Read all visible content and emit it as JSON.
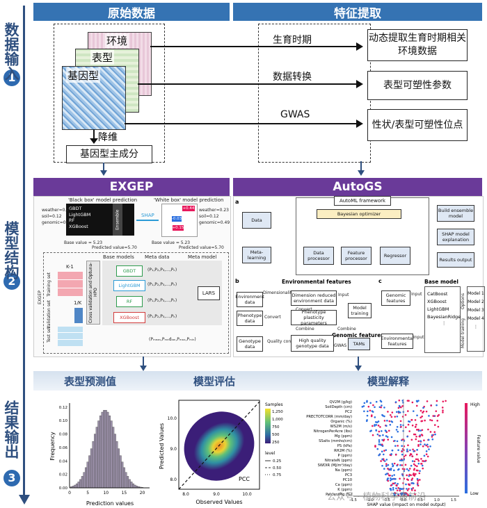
{
  "stages": [
    {
      "num": "1",
      "label": "数据输入"
    },
    {
      "num": "2",
      "label": "模型结构"
    },
    {
      "num": "3",
      "label": "结果输出"
    }
  ],
  "raw_data": {
    "title": "原始数据",
    "env_label": "环境",
    "pheno_label": "表型",
    "geno_label": "基因型",
    "reduce_label": "降维",
    "pc_label": "基因型主成分"
  },
  "feature_extraction": {
    "title": "特征提取",
    "rows": [
      {
        "method": "生育时期",
        "result": "动态提取生育时期相关环境数据"
      },
      {
        "method": "数据转换",
        "result": "表型可塑性参数"
      },
      {
        "method": "GWAS",
        "result": "性状/表型可塑性位点"
      }
    ]
  },
  "exgep": {
    "title": "EXGEP",
    "black_box": "'Black box' model prediction",
    "white_box": "'White box' model prediction",
    "shap": "SHAP",
    "ensemble": "Ensemble",
    "models_top": [
      "GBDT",
      "LightGBM",
      "RF",
      "XGBoost"
    ],
    "features": [
      "weather=0.23",
      "soil=0.12",
      "genomic=0.49"
    ],
    "shap_vals": [
      "+0.44",
      "-0.03",
      "+0.15"
    ],
    "base_value": "Base value = 5.23",
    "predicted_value": "Predicted value=5.70",
    "base_value_b": "Base value = 5.23",
    "predicted_value_b": "Predicted value=5.70",
    "base_models_hdr": "Base models",
    "meta_data_hdr": "Meta data",
    "meta_model_hdr": "Meta model",
    "k1": "K-1",
    "onek": "1/K",
    "training_set": "Training set",
    "validation_set": "Validation set",
    "test_set": "Test set",
    "cv_label": "Cross validation and Optuna-HPO",
    "base_models": [
      "GBDT",
      "LightGBM",
      "RF",
      "XGBoost"
    ],
    "meta_outputs": [
      "(P₁,P₂,P₃,...,Pₖ)",
      "(P₁,P₂,P₃,...,Pₖ)",
      "(P₁,P₂,P₃,...,Pₖ)",
      "(P₁,P₂,P₃,...,Pₖ)"
    ],
    "lars": "LARS",
    "exgep_side": "EXGEP",
    "final_pred": "(Pₘₑₐₙ,Pₘₑdᵢₐₙ,Pₘₐₓ,Pₘᵢₙ)"
  },
  "autogs": {
    "title": "AutoGS",
    "panel_a": "a",
    "automl": "AutoML framework",
    "bayes": "Bayesian optimizer",
    "data": "Data",
    "meta_learning": "Meta-learning",
    "data_processor": "Data processor",
    "feature_processor": "Feature processor",
    "regressor": "Regressor",
    "build_ensemble": "Build ensemble model",
    "shap_expl": "SHAP model explanation",
    "results_output": "Results output",
    "panel_b": "b",
    "env_features": "Environmental features",
    "env_data": "Environment data",
    "dim_red": "Dimensionality reduction",
    "dim_reduced": "Dimension reduced environment data",
    "input1": "Input",
    "model_training": "Model training",
    "convert1": "Convert",
    "pheno_data": "Phenotype data",
    "convert2": "Convert",
    "plasticity": "Phenotype plasticity parameters",
    "combine1": "Combine",
    "combine2": "Combine",
    "geno_data": "Genotype data",
    "quality": "Quality control",
    "hq_geno": "High quality genotype data",
    "gwas": "GWAS",
    "tams": "TAMs",
    "genomic_features_hdr": "Genomic features",
    "panel_c": "c",
    "base_model_hdr": "Base model",
    "genomic_features": "Genomic features",
    "env_features2": "Environmental features",
    "input2": "Input",
    "input3": "Input",
    "c_models": [
      "CatBoost",
      "XGBoost",
      "LightGBM",
      "BayesianRidge"
    ],
    "options": "Options",
    "model_training2": "Model training",
    "model_list": [
      "Model 1",
      "Model 2",
      "Model 3",
      "Model 4"
    ]
  },
  "results": {
    "pheno_pred_title": "表型预测值",
    "eval_title": "模型评估",
    "interp_title": "模型解释",
    "hist": {
      "ylabel": "Frequency",
      "xlabel": "Prediction values",
      "xticks": [
        "0",
        "5",
        "10",
        "15",
        "20"
      ],
      "yticks": [
        "0.00",
        "0.02",
        "0.04",
        "0.06",
        "0.08",
        "0.10",
        "0.12"
      ]
    },
    "scatter": {
      "ylabel": "Predicted Values",
      "xlabel": "Observed Values",
      "xticks": [
        "8.0",
        "9.0",
        "10.0"
      ],
      "yticks": [
        "8.0",
        "9.0",
        "10.0"
      ],
      "pcc": "PCC",
      "samples_hdr": "Samples",
      "samples_ticks": [
        "1,250",
        "1,000",
        "750",
        "500",
        "250"
      ],
      "level_hdr": "level",
      "level_vals": [
        "0.25",
        "0.50",
        "0.75"
      ]
    },
    "shap_plot": {
      "features": [
        "QV2M (g/kg)",
        "SoilDepth (cm)",
        "PC2",
        "PRECTOTCORR (mm/day)",
        "Organic (%)",
        "WS2M (m/s)",
        "NitrogenPerAcre (lbs)",
        "Mg (ppm)",
        "SSalts (mmho/cm)",
        "PS (kPa)",
        "RH2M (%)",
        "P (ppm)",
        "NitrateN (ppm)",
        "SWDIR (MJ/m²/day)",
        "Na (ppm)",
        "PC3",
        "PC10",
        "Ca (ppm)",
        "K (ppm)",
        "PercentMg (%)"
      ],
      "xlabel": "SHAP value (impact on model output)",
      "xticks": [
        "-1.5",
        "-1.0",
        "-0.5",
        "0.0",
        "0.5",
        "1.0",
        "1.5"
      ],
      "high": "High",
      "low": "Low",
      "feature_value": "Feature value"
    },
    "watermark": "公众号 · 植物科学最前沿"
  },
  "colors": {
    "header_blue": "#3573b3",
    "header_purple": "#6a3a99",
    "stage_navy": "#2e4f7f",
    "hist_bar": "#9a8fa8",
    "shap_high": "#e8185c",
    "shap_low": "#2a6fe0"
  }
}
